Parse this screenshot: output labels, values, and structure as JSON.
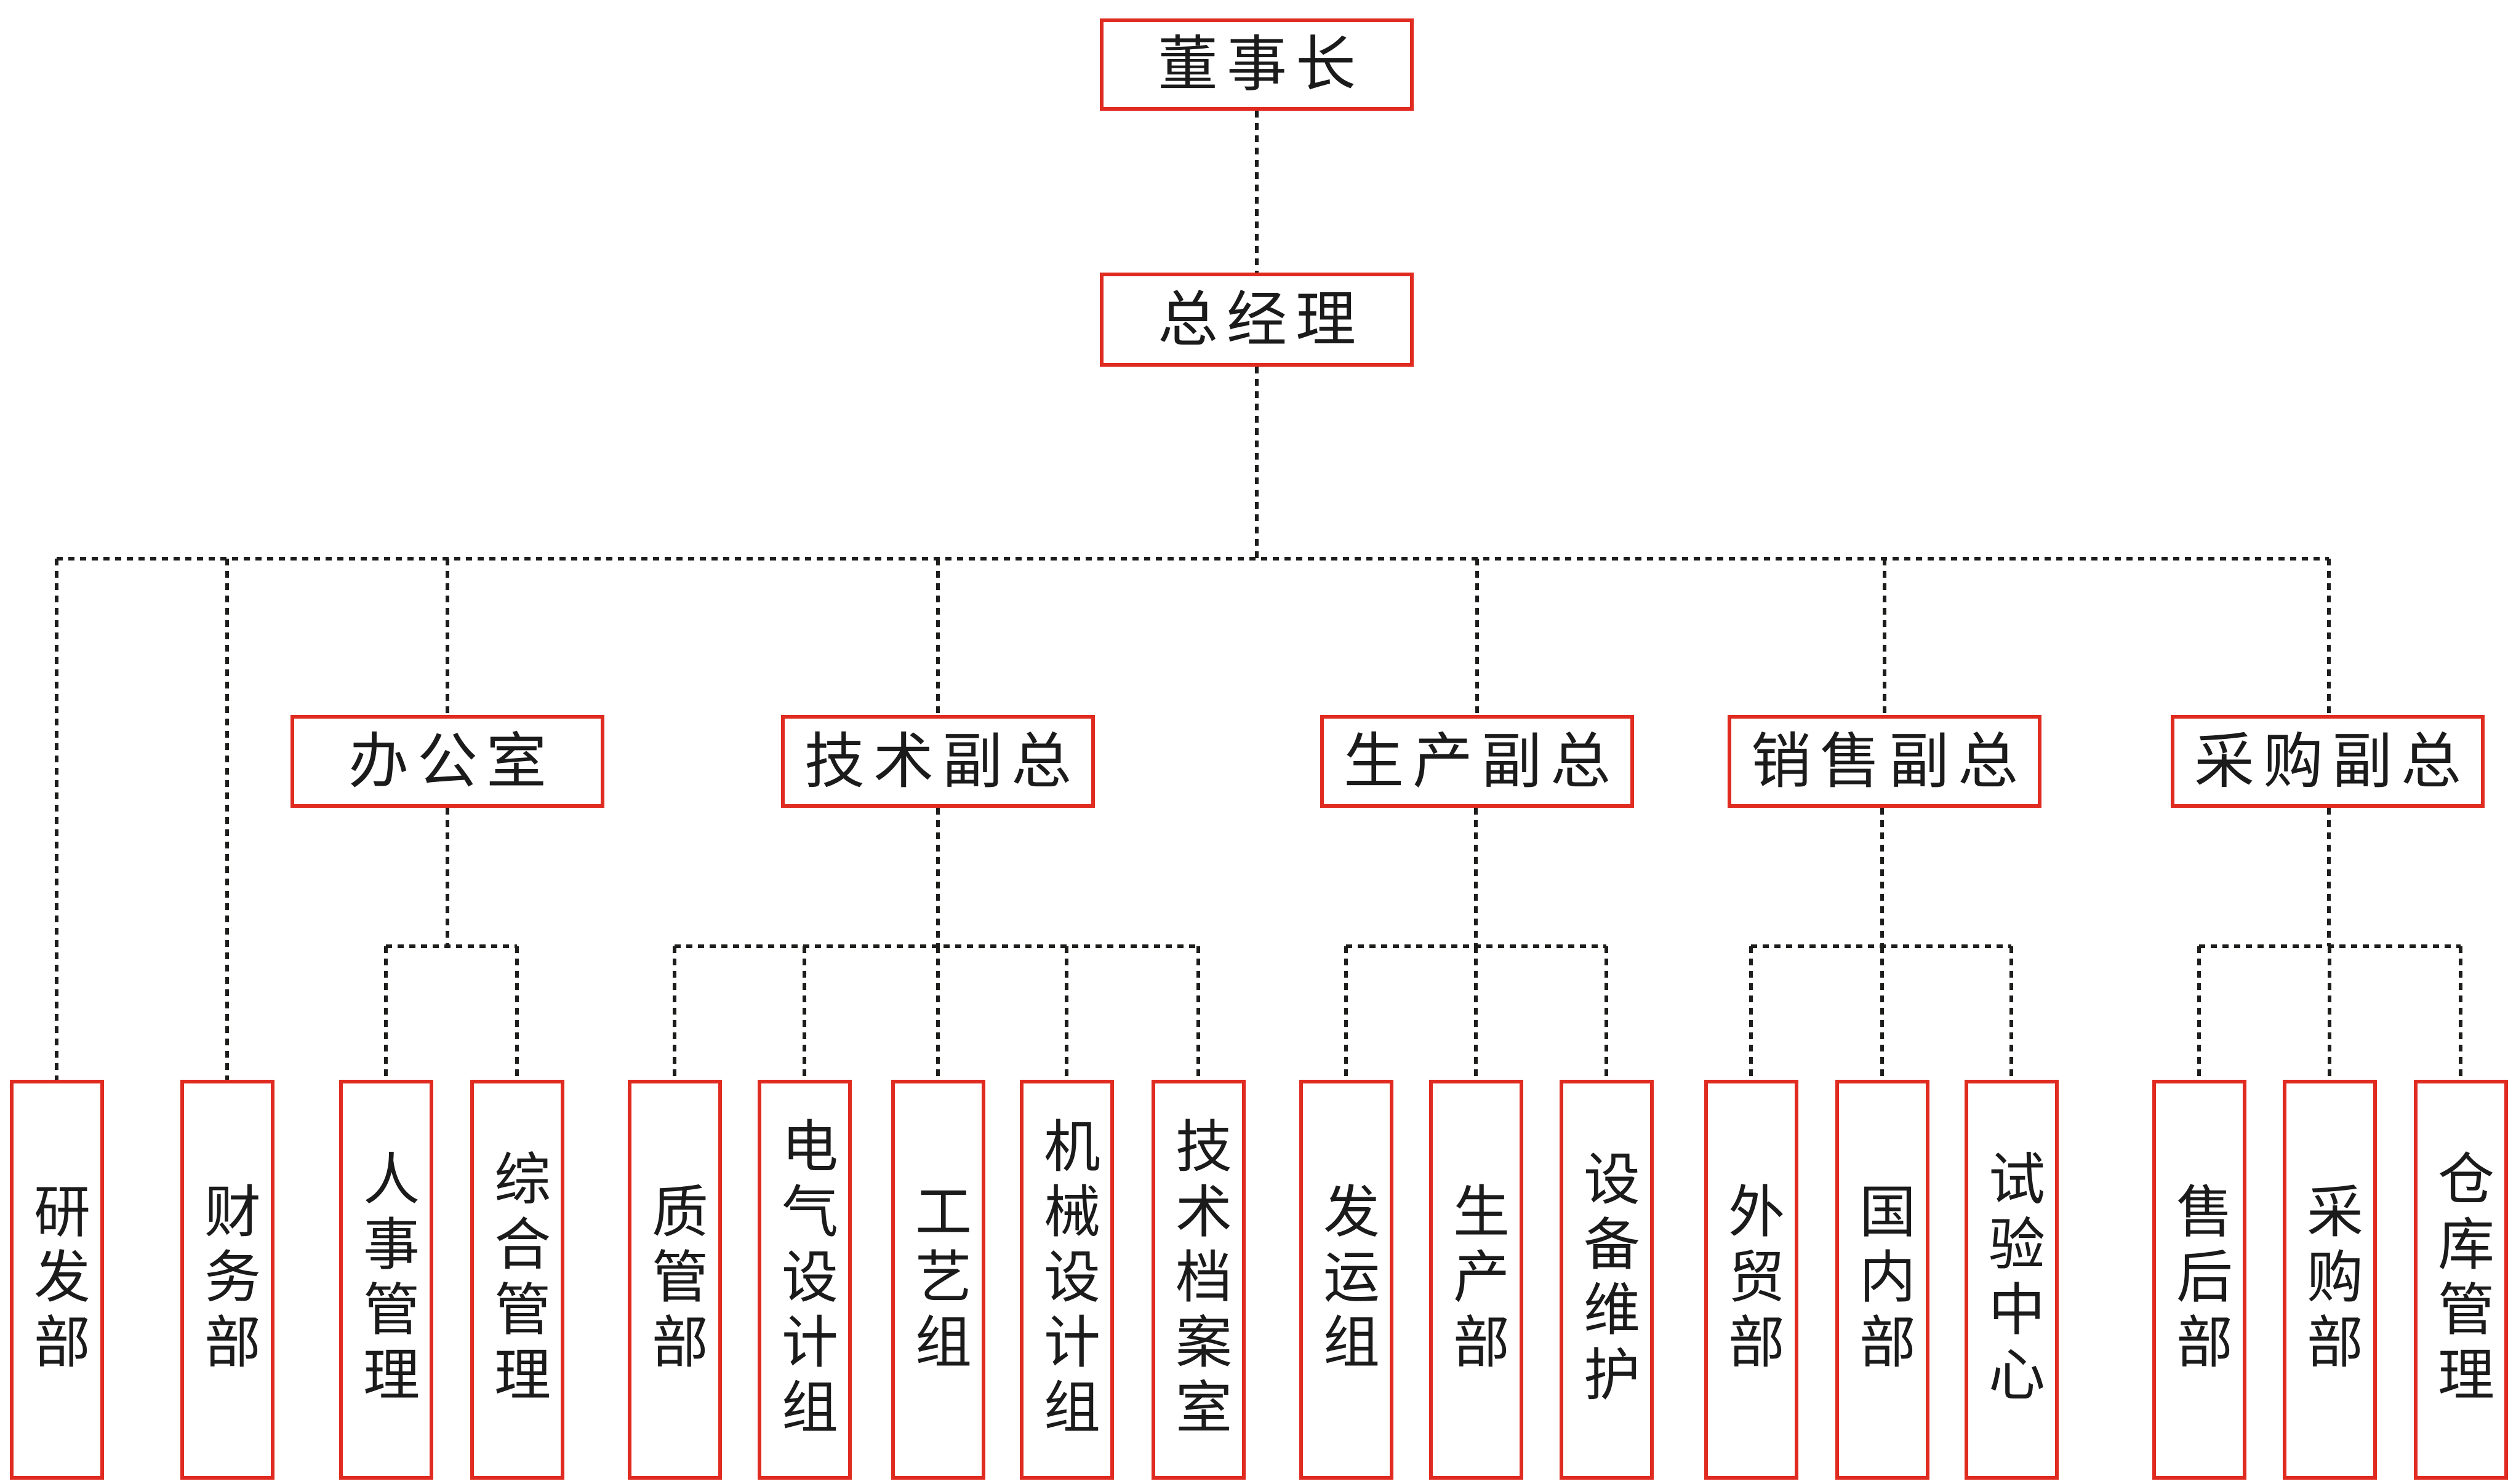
{
  "colors": {
    "box_border": "#e02b21",
    "connector_line": "#1d1d1b",
    "text": "#1b1b1b",
    "background": "#ffffff"
  },
  "nodes": {
    "chairman": "董事长",
    "general_manager": "总经理",
    "rd_dept": "研发部",
    "finance_dept": "财务部",
    "office": "办公室",
    "hr_mgmt": "人事管理",
    "general_mgmt": "综合管理",
    "tech_vp": "技术副总",
    "quality_dept": "质管部",
    "electrical_design": "电气设计组",
    "process_group": "工艺组",
    "mechanical_design": "机械设计组",
    "tech_archives": "技术档案室",
    "production_vp": "生产副总",
    "shipping_group": "发运组",
    "production_dept": "生产部",
    "equipment_maint": "设备维护",
    "sales_vp": "销售副总",
    "foreign_trade_dept": "外贸部",
    "domestic_dept": "国内部",
    "test_center": "试验中心",
    "purchasing_vp": "采购副总",
    "after_sales_dept": "售后部",
    "purchasing_dept": "采购部",
    "warehouse_mgmt": "仓库管理"
  },
  "hierarchy": {
    "chairman": [
      "general_manager"
    ],
    "general_manager": [
      "rd_dept",
      "finance_dept",
      "office",
      "tech_vp",
      "production_vp",
      "sales_vp",
      "purchasing_vp"
    ],
    "office": [
      "hr_mgmt",
      "general_mgmt"
    ],
    "tech_vp": [
      "quality_dept",
      "electrical_design",
      "process_group",
      "mechanical_design",
      "tech_archives"
    ],
    "production_vp": [
      "shipping_group",
      "production_dept",
      "equipment_maint"
    ],
    "sales_vp": [
      "foreign_trade_dept",
      "domestic_dept",
      "test_center"
    ],
    "purchasing_vp": [
      "after_sales_dept",
      "purchasing_dept",
      "warehouse_mgmt"
    ]
  }
}
